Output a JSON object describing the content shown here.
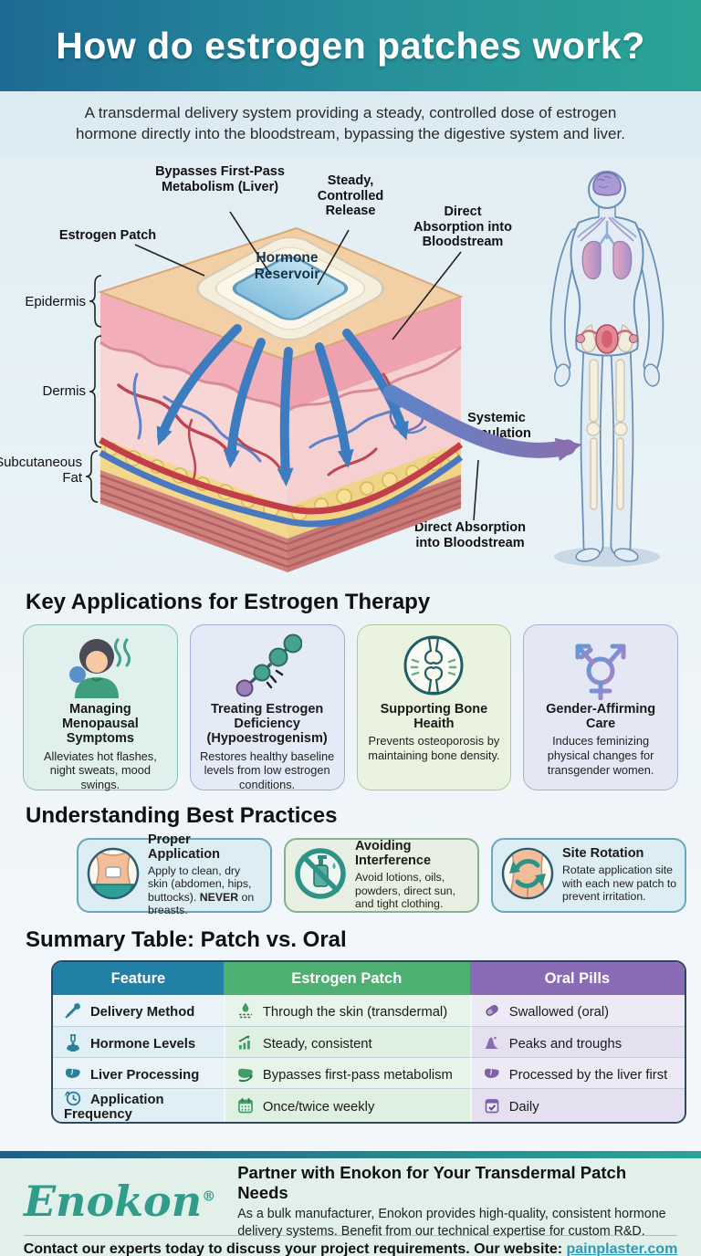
{
  "header": {
    "title": "How do estrogen patches work?"
  },
  "intro": {
    "text": "A transdermal delivery system providing a steady, controlled dose of estrogen\nhormone directly into the bloodstream, bypassing the digestive system and liver."
  },
  "diagram": {
    "labels": {
      "bypasses": "Bypasses First-Pass\nMetabolism (Liver)",
      "steady": "Steady,\nControlled\nRelease",
      "direct_top": "Direct\nAbsorption into\nBloodstream",
      "estrogen_patch": "Estrogen Patch",
      "hormone_reservoir": "Hormone\nReservoir",
      "epidermis": "Epidermis",
      "dermis": "Dermis",
      "subcutaneous_fat": "Subcutaneous\nFat",
      "systemic_circulation": "Systemic\nCirculation",
      "direct_bottom": "Direct Absorption\ninto Bloodstream"
    }
  },
  "applications": {
    "heading": "Key Applications for Estrogen Therapy",
    "cards": [
      {
        "title": "Managing Menopausal Symptoms",
        "body": "Alleviates hot flashes, night sweats, mood swings.",
        "icon": "menopause-woman-icon"
      },
      {
        "title": "Treating Estrogen Deficiency (Hypoestrogenism)",
        "body": "Restores healthy baseline levels from low estrogen conditions.",
        "icon": "molecule-chain-icon"
      },
      {
        "title": "Supporting Bone Heaith",
        "body": "Prevents osteoporosis by maintaining bone density.",
        "icon": "bone-joint-icon"
      },
      {
        "title": "Gender-Affirming Care",
        "body": "Induces feminizing physical changes for transgender women.",
        "icon": "transgender-icon"
      }
    ]
  },
  "practices": {
    "heading": "Understanding Best Practices",
    "cards": [
      {
        "title": "Proper Application",
        "body_before": "Apply to clean, dry skin (abdomen, hips, buttocks). ",
        "emphasis": "NEVER",
        "body_after": " on breasts.",
        "icon": "abdomen-patch-icon"
      },
      {
        "title": "Avoiding Interference",
        "body": "Avoid lotions, oils, powders, direct sun, and tight clothing.",
        "icon": "no-lotion-icon"
      },
      {
        "title": "Site Rotation",
        "body": "Rotate application site with each new patch to prevent irritation.",
        "icon": "rotation-arrows-icon"
      }
    ]
  },
  "summary_table": {
    "heading": "Summary Table: Patch vs. Oral",
    "columns": [
      "Feature",
      "Estrogen Patch",
      "Oral Pills"
    ],
    "header_colors": {
      "feature": "#2180a5",
      "patch": "#4daf70",
      "oral": "#8a6cb6"
    },
    "rows": [
      {
        "feature": "Delivery Method",
        "patch": "Through the skin (transdermal)",
        "oral": "Swallowed (oral)"
      },
      {
        "feature": "Hormone Levels",
        "patch": "Steady, consistent",
        "oral": "Peaks and troughs"
      },
      {
        "feature": "Liver Processing",
        "patch": "Bypasses first-pass metabolism",
        "oral": "Processed by the liver first"
      },
      {
        "feature": "Application Frequency",
        "patch": "Once/twice weekly",
        "oral": "Daily"
      }
    ]
  },
  "footer": {
    "logo": "Enokon",
    "registered": "®",
    "headline": "Partner with Enokon for Your Transdermal Patch Needs",
    "body": "As a bulk manufacturer, Enokon provides high-quality, consistent hormone delivery systems. Benefit from our technical expertise for custom R&D.",
    "contact_prefix": "Contact our experts today to discuss your project requirements. Our website: ",
    "website": "painplaster.com"
  }
}
